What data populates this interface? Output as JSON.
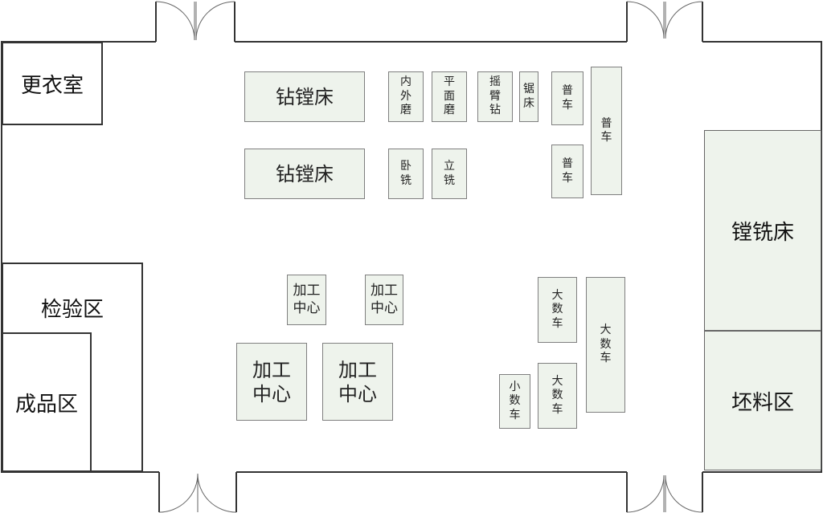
{
  "rooms": {
    "changing_room": "更衣室",
    "inspection_area": "检验区",
    "finished_goods_area": "成品区",
    "blank_material_area": "坯料区",
    "boring_milling_machine": "镗铣床"
  },
  "machines": {
    "drill_boring_1": "钻镗床",
    "drill_boring_2": "钻镗床",
    "inner_outer_grinder": "内外磨",
    "surface_grinder": "平面磨",
    "radial_drill": "摇臂钻",
    "saw_machine": "锯床",
    "lathe_1": "普车",
    "lathe_2": "普车",
    "lathe_long": "普车",
    "horizontal_mill": "卧铣",
    "vertical_mill": "立铣",
    "machining_center_small_1": "加工中心",
    "machining_center_small_2": "加工中心",
    "machining_center_large_1": "加工中心",
    "machining_center_large_2": "加工中心",
    "large_cnc_lathe_1": "大数车",
    "large_cnc_lathe_2": "大数车",
    "large_cnc_lathe_long": "大数车",
    "small_cnc_lathe": "小数车"
  },
  "colors": {
    "wall": "#333333",
    "equipment_fill": "#eef3ec",
    "equipment_border": "#7f7f7f"
  }
}
